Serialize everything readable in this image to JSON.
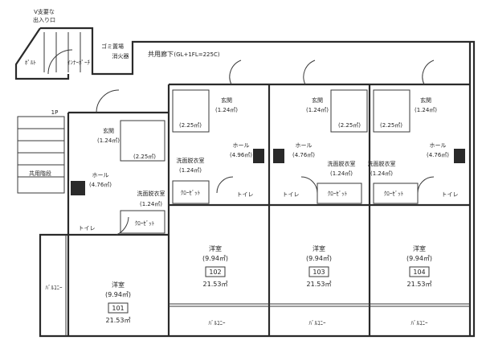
{
  "entrance_note": [
    "V支要な",
    "出入り口"
  ],
  "common": {
    "porch": "ﾎﾟﾙﾄ",
    "inner_porch": "ｲﾝﾅｰﾎﾟｰﾁ",
    "garbage": "ゴミ置場",
    "extinguisher": "消火器",
    "corridor": "共用廊下",
    "corridor_note": "(GL+1FL=225C)",
    "ps": "1P",
    "stairs": "共用階段"
  },
  "units": [
    {
      "number": "101",
      "area": "21.53㎡",
      "room": "洋室",
      "room_area": "(9.94㎡)",
      "entry": "玄関",
      "entry_area": "(1.24㎡)",
      "hall": "ホール",
      "hall_area": "(4.76㎡)",
      "bath_area": "(2.25㎡)",
      "wash": "洗面脱衣室",
      "wash_area": "(1.24㎡)",
      "closet": "ｸﾛｰｾﾞｯﾄ",
      "toilet": "トイレ",
      "balcony": "ﾊﾞﾙｺﾆｰ"
    },
    {
      "number": "102",
      "area": "21.53㎡",
      "room": "洋室",
      "room_area": "(9.94㎡)",
      "entry": "玄関",
      "entry_area": "(1.24㎡)",
      "hall": "ホール",
      "hall_area": "(4.96㎡)",
      "bath_area": "(2.25㎡)",
      "wash": "洗面脱衣室",
      "wash_area": "(1.24㎡)",
      "closet": "ｸﾛｰｾﾞｯﾄ",
      "toilet": "トイレ",
      "balcony": "ﾊﾞﾙｺﾆｰ"
    },
    {
      "number": "103",
      "area": "21.53㎡",
      "room": "洋室",
      "room_area": "(9.94㎡)",
      "entry": "玄関",
      "entry_area": "(1.24㎡)",
      "hall": "ホール",
      "hall_area": "(4.76㎡)",
      "bath_area": "(2.25㎡)",
      "wash": "洗面脱衣室",
      "wash_area": "(1.24㎡)",
      "closet": "ｸﾛｰｾﾞｯﾄ",
      "toilet": "トイレ",
      "balcony": "ﾊﾞﾙｺﾆｰ"
    },
    {
      "number": "104",
      "area": "21.53㎡",
      "room": "洋室",
      "room_area": "(9.94㎡)",
      "entry": "玄関",
      "entry_area": "(1.24㎡)",
      "hall": "ホール",
      "hall_area": "(4.76㎡)",
      "bath_area": "(2.25㎡)",
      "wash": "洗面脱衣室",
      "wash_area": "(1.24㎡)",
      "closet": "ｸﾛｰｾﾞｯﾄ",
      "toilet": "トイレ",
      "balcony": "ﾊﾞﾙｺﾆｰ"
    }
  ]
}
